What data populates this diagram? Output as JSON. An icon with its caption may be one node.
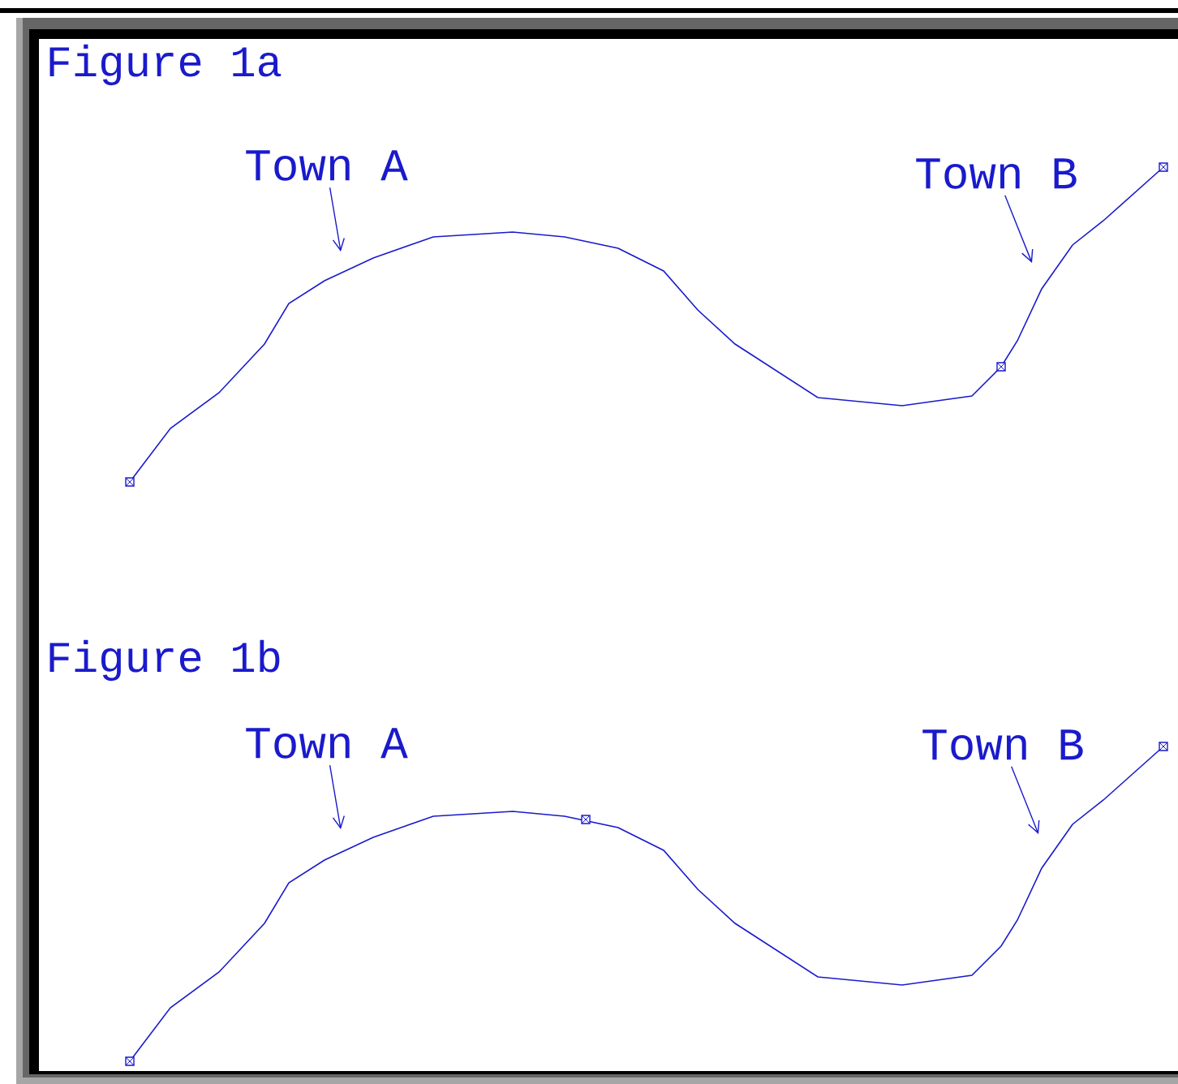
{
  "diagram": {
    "nodes": [
      {
        "text": [
          "Town A"
        ]
      },
      {
        "text": [
          "Town B"
        ]
      },
      {
        "text": [
          "Town A"
        ]
      },
      {
        "text": [
          "Town B"
        ]
      }
    ],
    "edges": [
      {
        "from": 0,
        "to": null,
        "arrow": "to"
      },
      {
        "from": 1,
        "to": null,
        "arrow": "to"
      },
      {
        "from": 2,
        "to": null,
        "arrow": "to"
      },
      {
        "from": 3,
        "to": null,
        "arrow": "to"
      }
    ],
    "labels": [
      "Figure 1a",
      "Figure 1b"
    ]
  }
}
